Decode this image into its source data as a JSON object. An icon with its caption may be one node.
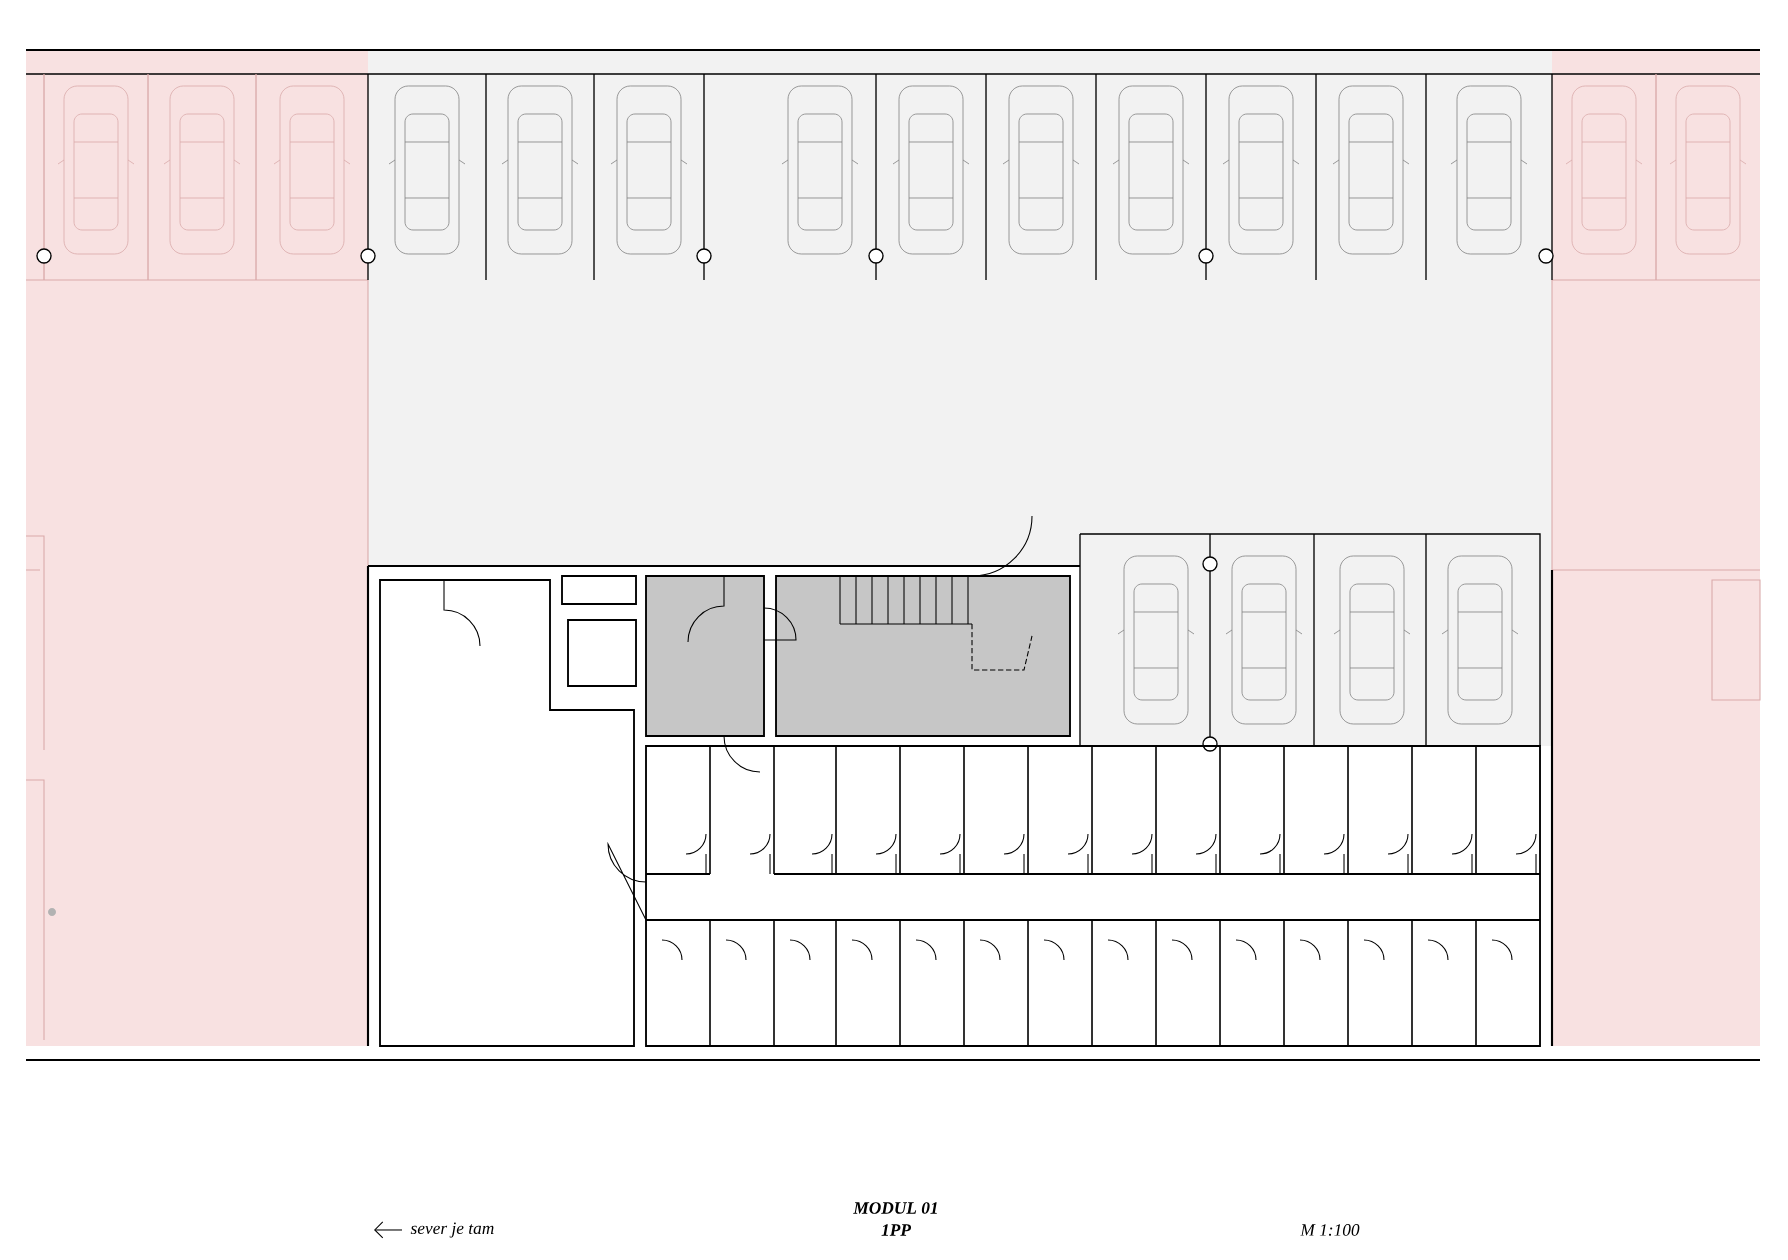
{
  "diagram": {
    "labels": [
      "sever je tam",
      "MODUL 01",
      "1PP",
      "M 1:100"
    ]
  }
}
